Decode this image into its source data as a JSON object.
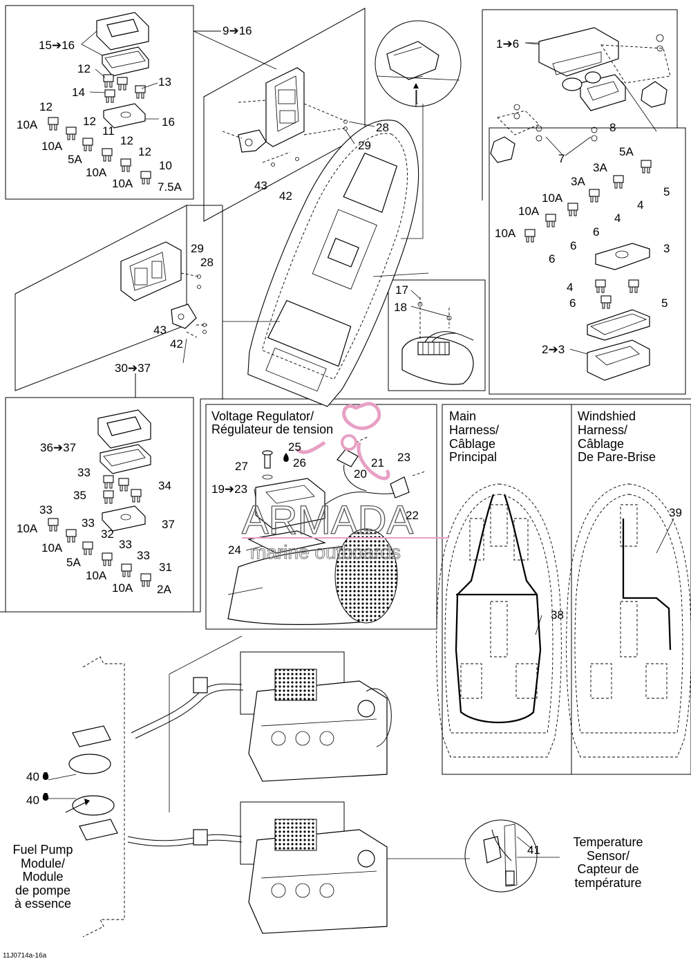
{
  "labels": {
    "l_15_16": "15➔16",
    "l_12a": "12",
    "l_13": "13",
    "l_14": "14",
    "l_12b": "12",
    "l_10A_a": "10A",
    "l_16": "16",
    "l_12c": "12",
    "l_10A_b": "10A",
    "l_11": "11",
    "l_5A_a": "5A",
    "l_12d": "12",
    "l_12e": "12",
    "l_10A_c": "10A",
    "l_10": "10",
    "l_10A_d": "10A",
    "l_7_5A": "7.5A",
    "l_9_16": "9➔16",
    "l_28a": "28",
    "l_29a": "29",
    "l_43a": "43",
    "l_42a": "42",
    "l_1_6": "1➔6",
    "l_8": "8",
    "l_7": "7",
    "l_5A_b": "5A",
    "l_3A_a": "3A",
    "l_3A_b": "3A",
    "l_5a": "5",
    "l_10A_e": "10A",
    "l_4a": "4",
    "l_10A_f": "10A",
    "l_4b": "4",
    "l_10A_g": "10A",
    "l_6a": "6",
    "l_6b": "6",
    "l_6c": "6",
    "l_3": "3",
    "l_4c": "4",
    "l_5b": "5",
    "l_6d": "6",
    "l_2_3": "2➔3",
    "l_29b": "29",
    "l_28b": "28",
    "l_43b": "43",
    "l_42b": "42",
    "l_30_37": "30➔37",
    "l_17": "17",
    "l_18": "18",
    "l_36_37": "36➔37",
    "l_33a": "33",
    "l_34": "34",
    "l_35": "35",
    "l_37": "37",
    "l_33b": "33",
    "l_10A_h": "10A",
    "l_33c": "33",
    "l_32": "32",
    "l_10A_i": "10A",
    "l_33d": "33",
    "l_5A_c": "5A",
    "l_33e": "33",
    "l_10A_j": "10A",
    "l_31": "31",
    "l_10A_k": "10A",
    "l_2A": "2A",
    "l_25": "25",
    "l_27": "27",
    "l_26": "26",
    "l_21": "21",
    "l_23a": "23",
    "l_20": "20",
    "l_19_23": "19➔23",
    "l_22": "22",
    "l_24": "24",
    "l_38": "38",
    "l_39": "39",
    "l_40a": "40",
    "l_40b": "40",
    "l_41": "41"
  },
  "captions": {
    "voltage_regulator": [
      "Voltage Regulator/",
      "Régulateur de tension"
    ],
    "main_harness": [
      "Main",
      "Harness/",
      "Câblage",
      "Principal"
    ],
    "windshield_harness": [
      "Windshied",
      "Harness/",
      "Câblage",
      "De Pare-Brise"
    ],
    "fuel_pump": [
      "Fuel Pump",
      "Module/",
      "Module",
      "de pompe",
      "à essence"
    ],
    "temperature_sensor": [
      "Temperature",
      "Sensor/",
      "Capteur de",
      "température"
    ]
  },
  "watermark": {
    "brand": "ARMADA",
    "sub": "marine outboards",
    "accent": "#e8a0c4"
  },
  "figure_code": "11J0714a-16a",
  "colors": {
    "line": "#000000",
    "background": "#ffffff"
  }
}
